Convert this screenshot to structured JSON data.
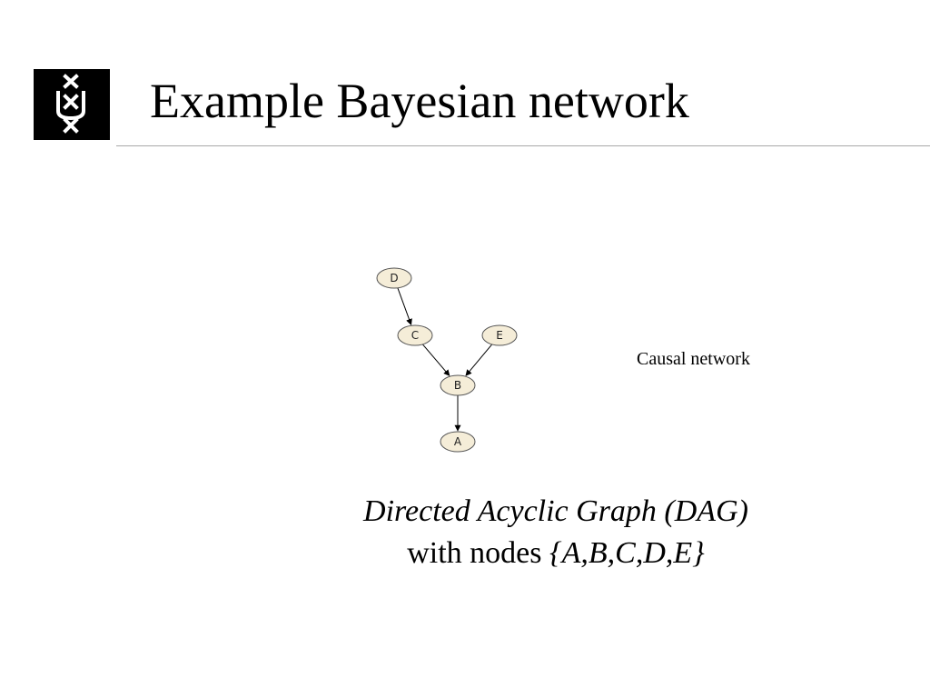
{
  "slide": {
    "title": "Example Bayesian network",
    "side_label": "Causal network",
    "caption_line1": "Directed Acyclic Graph (DAG)",
    "caption_line2_prefix": "with nodes ",
    "caption_line2_set": "{A,B,C,D,E}"
  },
  "diagram": {
    "node_fill": "#f5edd8",
    "node_stroke": "#555555",
    "nodes": [
      {
        "id": "D",
        "label": "D"
      },
      {
        "id": "C",
        "label": "C"
      },
      {
        "id": "E",
        "label": "E"
      },
      {
        "id": "B",
        "label": "B"
      },
      {
        "id": "A",
        "label": "A"
      }
    ],
    "edges": [
      {
        "from": "D",
        "to": "C"
      },
      {
        "from": "C",
        "to": "B"
      },
      {
        "from": "E",
        "to": "B"
      },
      {
        "from": "B",
        "to": "A"
      }
    ]
  }
}
